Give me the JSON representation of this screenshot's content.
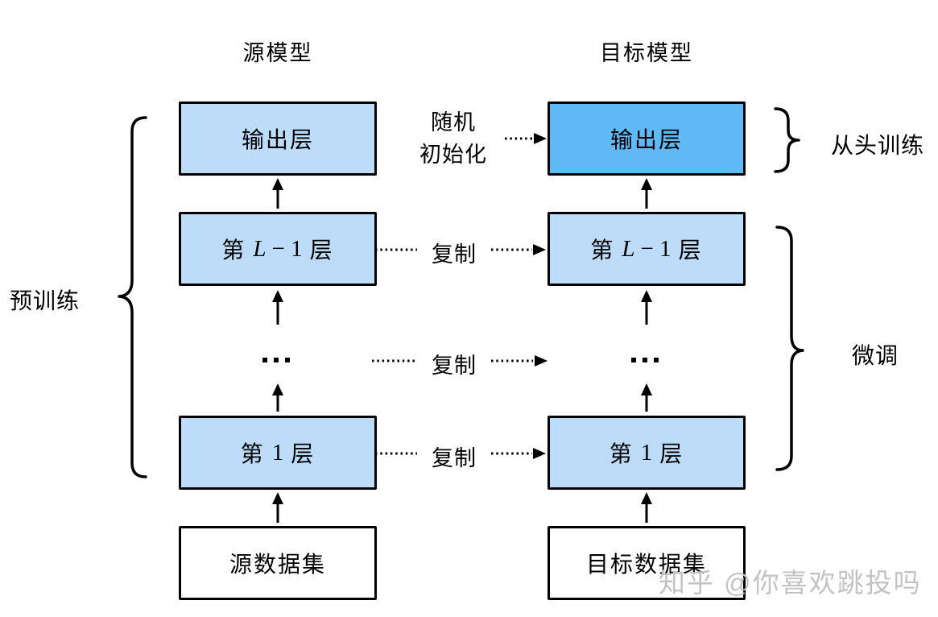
{
  "titles": {
    "source_model": "源模型",
    "target_model": "目标模型"
  },
  "boxes": {
    "output_layer": "输出层",
    "layer_l_minus_1": {
      "prefix": "第",
      "variable": "L",
      "minus_one": "− 1",
      "suffix": "层"
    },
    "layer_1": {
      "prefix": "第",
      "number": "1",
      "suffix": "层"
    },
    "source_dataset": "源数据集",
    "target_dataset": "目标数据集"
  },
  "ellipsis": "…",
  "annotations": {
    "random_init_line1": "随机",
    "random_init_line2": "初始化",
    "copy": "复制",
    "pretrain": "预训练",
    "train_from_scratch": "从头训练",
    "finetune": "微调"
  },
  "watermark": "知乎 @你喜欢跳投吗",
  "colors": {
    "layer_fill": "#bcdcfa",
    "new_layer_fill": "#5fb9f5",
    "dataset_fill": "#ffffff",
    "line": "#000000",
    "watermark_text": "#c3c3c3"
  }
}
